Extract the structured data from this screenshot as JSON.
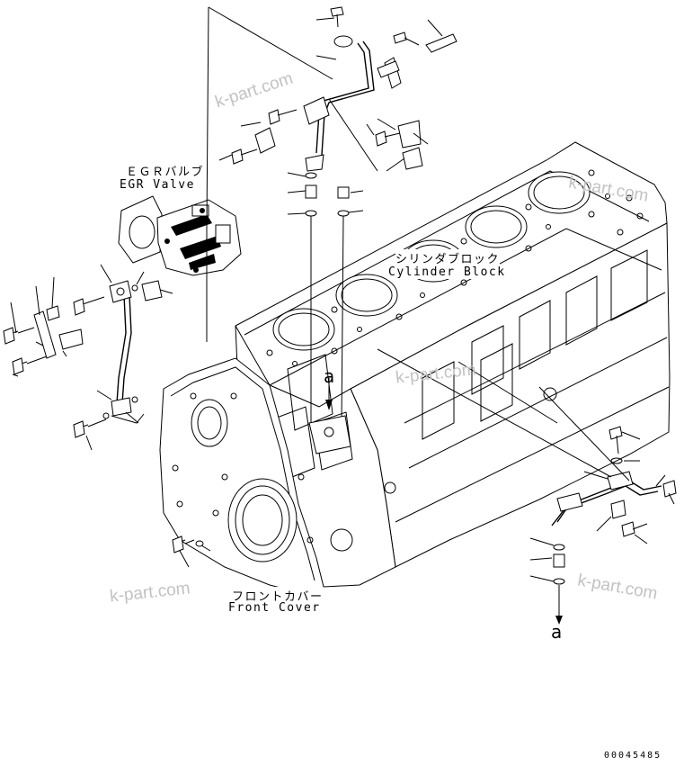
{
  "labels": {
    "egr_valve_jp": "ＥＧＲバルブ",
    "egr_valve_en": "EGR Valve",
    "cylinder_block_jp": "シリンダブロック",
    "cylinder_block_en": "Cylinder Block",
    "front_cover_jp": "フロントカバー",
    "front_cover_en": "Front Cover"
  },
  "reference_marker": "a",
  "watermarks": [
    "k-part.com",
    "k-part.com",
    "k-part.com",
    "k-part.com",
    "k-part.com"
  ],
  "part_number": "00045485"
}
